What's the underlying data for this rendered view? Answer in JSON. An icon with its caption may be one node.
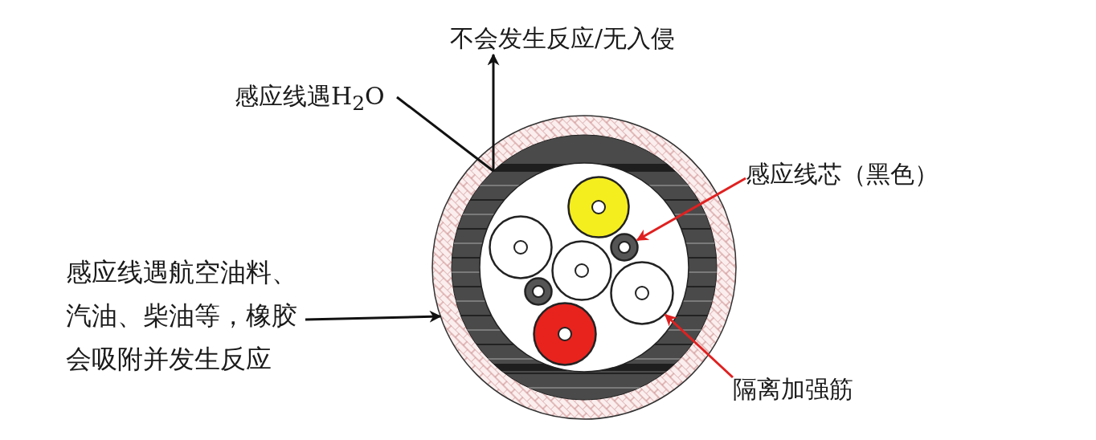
{
  "diagram": {
    "nodes": [
      {
        "text": [
          "不会发生反应/无入侵"
        ]
      },
      {
        "text": [
          "感应线遇H$_{2}$O"
        ]
      },
      {
        "text": [
          "感应线芯（黑色）"
        ]
      },
      {
        "text": [
          "感应线遇航空油料、汽油、柴油等，橡胶会吸附并发生反应"
        ]
      },
      {
        "text": [
          "隔离加强筋"
        ]
      },
      {
        "text": [],
        "shape": "circle"
      },
      {
        "text": [],
        "shape": "circle",
        "in": 5
      },
      {
        "text": [],
        "shape": "circle",
        "in": 6
      },
      {
        "text": [],
        "shape": "circle",
        "in": 6
      }
    ],
    "edges": [
      {
        "from": 6,
        "to": 0,
        "arrow": "to"
      },
      {
        "from": 1,
        "to": 6,
        "arrow": "none"
      },
      {
        "from": 2,
        "to": 7,
        "arrow": "to",
        "color": "#e02020"
      },
      {
        "from": 3,
        "to": 5,
        "arrow": "to"
      },
      {
        "from": 4,
        "to": 8,
        "arrow": "to",
        "color": "#e02020"
      }
    ]
  }
}
